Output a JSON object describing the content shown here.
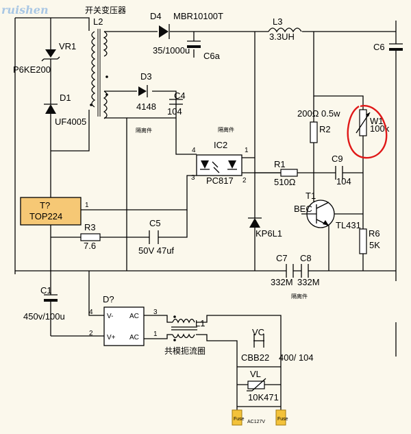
{
  "watermark": "ruishen",
  "components": {
    "transformer": {
      "id": "L2",
      "name": "开关变压器"
    },
    "d4": {
      "id": "D4",
      "value": "MBR10100T"
    },
    "l3": {
      "id": "L3",
      "value": "3.3UH"
    },
    "c6": {
      "id": "C6"
    },
    "c6a": {
      "id": "C6a",
      "value": "35/1000u"
    },
    "vr1": {
      "id": "VR1",
      "value": "P6KE200"
    },
    "d1": {
      "id": "D1",
      "value": "UF4005"
    },
    "d3": {
      "id": "D3",
      "value": "4148"
    },
    "c4": {
      "id": "C4",
      "value": "104"
    },
    "r2": {
      "id": "R2",
      "value": "200Ω 0.5w"
    },
    "w1": {
      "id": "W1",
      "value": "100k"
    },
    "ic2": {
      "id": "IC2",
      "value": "PC817",
      "pins": [
        "4",
        "1",
        "3",
        "2"
      ]
    },
    "r1": {
      "id": "R1",
      "value": "510Ω"
    },
    "c9": {
      "id": "C9",
      "value": "104"
    },
    "t1": {
      "id": "T1",
      "pins": "BEC",
      "value": "TL431"
    },
    "u1": {
      "id": "T?",
      "value": "TOP224",
      "pin1": "1"
    },
    "r3": {
      "id": "R3",
      "value": "7.6"
    },
    "c5": {
      "id": "C5",
      "value": "50V 47uf"
    },
    "kp": {
      "value": "KP6L1"
    },
    "r6": {
      "id": "R6",
      "value": "5K"
    },
    "c7": {
      "id": "C7",
      "value": "332M"
    },
    "c8": {
      "id": "C8",
      "value": "332M"
    },
    "c1": {
      "id": "C1",
      "value": "450v/100u"
    },
    "bridge": {
      "id": "D?",
      "vm": "V-",
      "vp": "V+",
      "ac1": "AC",
      "ac2": "AC",
      "p4": "4",
      "p2": "2",
      "p3": "3",
      "p1": "1"
    },
    "l1": {
      "id": "L1",
      "name": "共模扼流圈"
    },
    "vc": {
      "id": "VC",
      "type": "CBB22",
      "value": "400/ 104"
    },
    "vl": {
      "id": "VL",
      "value": "10K471"
    },
    "fuse_label": "Fuse",
    "ac_label": "AC127V",
    "isolation": "隔离件"
  }
}
